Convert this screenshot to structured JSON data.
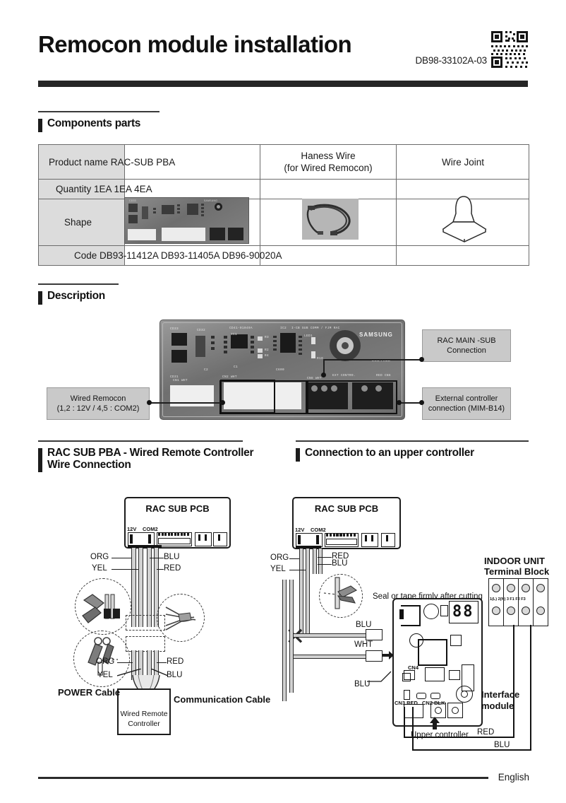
{
  "header": {
    "title": "Remocon module installation",
    "doc_code": "DB98-33102A-03",
    "qr_icon": "qr-code-icon"
  },
  "footer": {
    "language": "English"
  },
  "sections": {
    "components": "Components parts",
    "description": "Description",
    "left_diagram": "RAC SUB PBA - Wired Remote Controller Wire Connection",
    "right_diagram": "Connection to an upper controller"
  },
  "components_table": {
    "columns": [
      "",
      "",
      "Haness Wire\n(for Wired Remocon)",
      "Wire Joint"
    ],
    "col_headers": {
      "harness": "Haness Wire",
      "harness_sub": "(for Wired Remocon)",
      "wire_joint": "Wire Joint"
    },
    "rows": [
      {
        "label": "Product name",
        "value": "Product name RAC-SUB PBA"
      },
      {
        "label": "Quantity",
        "value": "Quantity 1EA 1EA 4EA"
      },
      {
        "label": "Shape",
        "value": "Shape"
      },
      {
        "label": "Code",
        "value": "Code DB93-11412A DB93-11405A DB96-90020A"
      }
    ],
    "images": {
      "pba_photo": "rac-sub-pba-photo",
      "harness_photo": "harness-wire-photo",
      "wire_joint_drawing": "wire-joint-drawing"
    }
  },
  "description": {
    "board_photo": "rac-sub-pba-board-photo",
    "board_silk": {
      "cd33": "CD33",
      "cd32": "CD32",
      "cd31": "CD31",
      "part_no": "CD41-01049A",
      "ic1": "IC1",
      "ic2": "IC2",
      "title": "I-CB  SUB  COMM / FJM RAC",
      "led1": "LED1",
      "r2": "R2",
      "r3": "R3",
      "r4": "R4",
      "r10": "R10",
      "cn1_wht": "CN1 WHT",
      "cn2_wht": "CN2 WHT",
      "cn8_wht": "CN8 WHT",
      "ext_control": "EXT CONTRO.",
      "red_cn6": "RED CN6",
      "c2": "C2",
      "c1": "C1",
      "c600": "C600",
      "r5": "R5",
      "brand": "SAMSUNG",
      "eco": "ECO-FREE"
    },
    "callouts": {
      "main_sub": "RAC  MAIN -SUB\nConnection",
      "main_sub_l1": "RAC  MAIN -SUB",
      "main_sub_l2": "Connection",
      "wired_remocon_l1": "Wired Remocon",
      "wired_remocon_l2": "(1,2 : 12V / 4,5 : COM2)",
      "external_l1": "External controller",
      "external_l2": "connection (MIM-B14)"
    }
  },
  "left_diagram": {
    "pcb_title": "RAC SUB PCB",
    "pin_12v": "12V",
    "pin_com2": "COM2",
    "top_labels": {
      "left_1": "ORG",
      "left_2": "YEL",
      "right_1": "BLU",
      "right_2": "RED"
    },
    "bottom_labels": {
      "left_1": "ORG",
      "left_2": "YEL",
      "right_1": "RED",
      "right_2": "BLU"
    },
    "power_cable": "POWER Cable",
    "communication_cable": "Communication Cable",
    "remote_l1": "Wired Remote",
    "remote_l2": "Controller",
    "detail_icons": [
      "crimp-tool-icon",
      "wire-strip-icon",
      "wire-twist-icon"
    ]
  },
  "right_diagram": {
    "pcb_title": "RAC SUB PCB",
    "pin_12v": "12V",
    "pin_com2": "COM2",
    "labels": {
      "org": "ORG",
      "yel": "YEL",
      "red": "RED",
      "blu": "BLU",
      "blu_top": "BLU",
      "wht": "WHT",
      "blu_bottom": "BLU",
      "red_bottom": "RED",
      "blu_bottom2": "BLU"
    },
    "note_seal": "Seal or tape firmly after cutting",
    "indoor_unit_l1": "INDOOR UNIT",
    "indoor_unit_l2": "Terminal Block",
    "interface_l1": "Interface",
    "interface_l2": "module",
    "upper_controller": "Upper controller",
    "module_silk": {
      "cn4": "CN4",
      "cn3_red": "CN3 RED",
      "cn2_blk": "CN2 BLK",
      "display": "88"
    },
    "terminal_pins": "1(L) 2(N) 3 F1 F2 F3",
    "cross_icon": "x-cross-icon",
    "arrow_icon": "arrow-right-icon",
    "cut_icon": "wire-cutter-icon"
  }
}
